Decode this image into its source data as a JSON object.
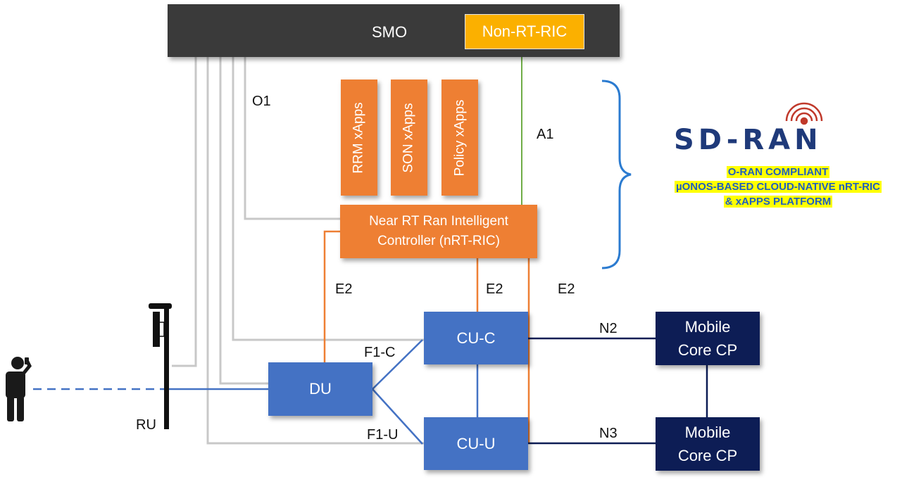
{
  "smo": {
    "label": "SMO"
  },
  "non_rt_ric": {
    "label": "Non-RT-RIC"
  },
  "xapps": [
    {
      "label": "RRM xApps"
    },
    {
      "label": "SON xApps"
    },
    {
      "label": "Policy xApps"
    }
  ],
  "near_rt_ric": {
    "label": "Near RT Ran Intelligent\nController (nRT-RIC)"
  },
  "cu_c": {
    "label": "CU-C"
  },
  "cu_u": {
    "label": "CU-U"
  },
  "du": {
    "label": "DU"
  },
  "ru": {
    "label": "RU"
  },
  "mobile_core_1": {
    "label": "Mobile\nCore CP"
  },
  "mobile_core_2": {
    "label": "Mobile\nCore  CP"
  },
  "interfaces": {
    "o1": "O1",
    "a1": "A1",
    "e2_du": "E2",
    "e2_cuc": "E2",
    "e2_cuu": "E2",
    "f1c": "F1-C",
    "f1u": "F1-U",
    "n2": "N2",
    "n3": "N3"
  },
  "logo": {
    "text": "SD-RAN"
  },
  "caption": {
    "line1": "O-RAN COMPLIANT",
    "line2": "µONOS-BASED CLOUD-NATIVE nRT-RIC",
    "line3": "& xAPPS PLATFORM"
  },
  "colors": {
    "smo": "#3a3a3a",
    "non_rt_ric": "#fbb000",
    "orange": "#ee7f33",
    "blue": "#4472c4",
    "navy": "#0d1d55",
    "gray_line": "#c8c8c8",
    "green_line": "#70ad47",
    "brace": "#2b7bd0",
    "highlight": "#ffff00"
  }
}
